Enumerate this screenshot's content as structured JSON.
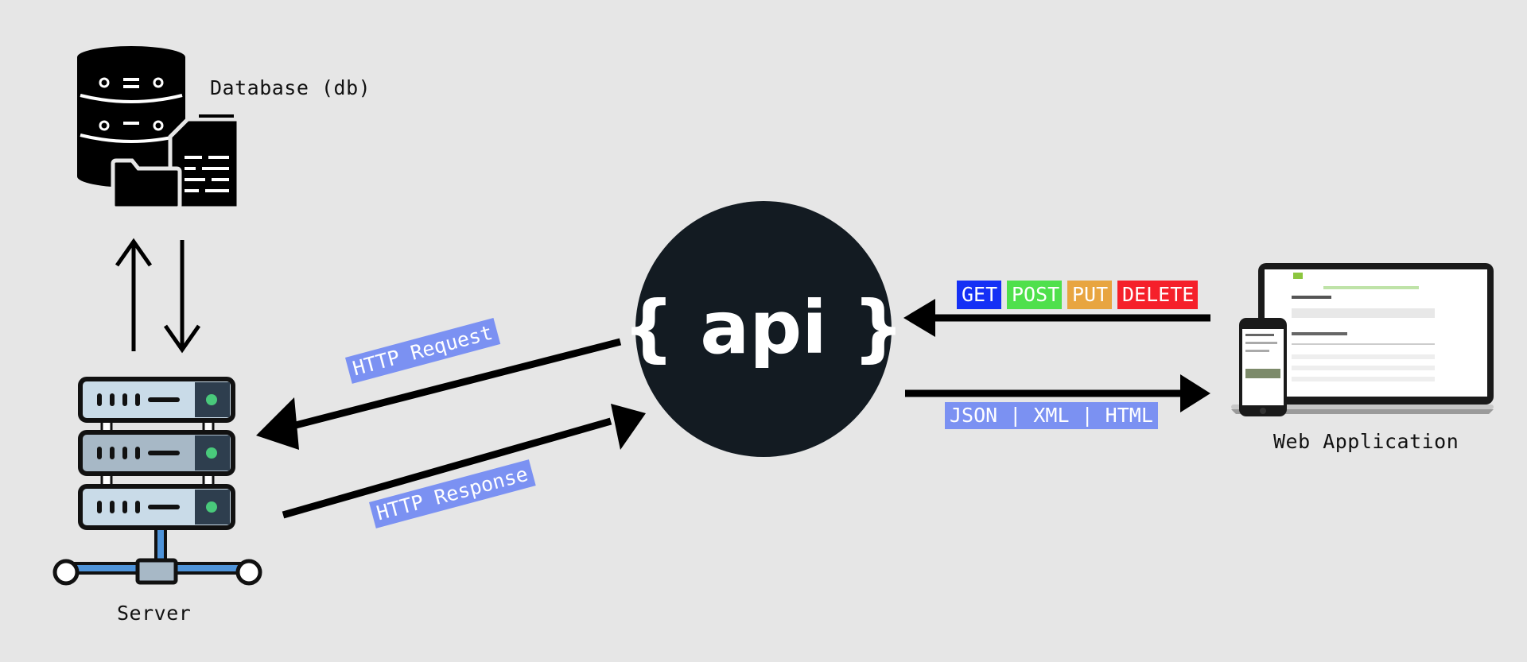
{
  "nodes": {
    "database_label": "Database (db)",
    "server_label": "Server",
    "webapp_label": "Web Application",
    "api_label": "{ api }"
  },
  "edges": {
    "http_request": "HTTP Request",
    "http_response": "HTTP Response",
    "formats": "JSON | XML | HTML"
  },
  "methods": [
    {
      "label": "GET",
      "color": "#1530f5"
    },
    {
      "label": "POST",
      "color": "#4fe04c"
    },
    {
      "label": "PUT",
      "color": "#e8a540"
    },
    {
      "label": "DELETE",
      "color": "#f5202a"
    }
  ],
  "colors": {
    "background": "#e6e6e6",
    "api_circle": "#131b22",
    "label_bg": "#7b91f2",
    "server_light": "#c9dbe8",
    "server_mid": "#a7b8c6",
    "server_pipe": "#4e93d9",
    "server_led": "#49c97b"
  }
}
